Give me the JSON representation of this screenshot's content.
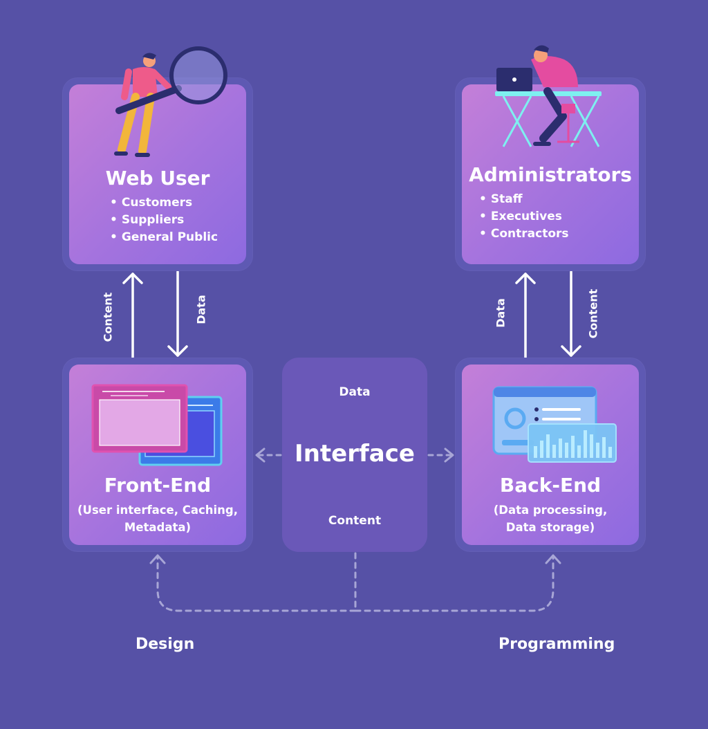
{
  "web_user": {
    "title": "Web User",
    "items": [
      "Customers",
      "Suppliers",
      "General Public"
    ]
  },
  "administrators": {
    "title": "Administrators",
    "items": [
      "Staff",
      "Executives",
      "Contractors"
    ]
  },
  "front_end": {
    "title": "Front-End",
    "desc_line1": "(User interface, Caching,",
    "desc_line2": "Metadata)"
  },
  "back_end": {
    "title": "Back-End",
    "desc_line1": "(Data processing,",
    "desc_line2": "Data storage)"
  },
  "interface": {
    "title": "Interface",
    "top_label": "Data",
    "bottom_label": "Content"
  },
  "arrows": {
    "webuser_up": "Content",
    "webuser_down": "Data",
    "admin_up": "Data",
    "admin_down": "Content"
  },
  "bottom": {
    "left": "Design",
    "right": "Programming"
  },
  "colors": {
    "background": "#5651a6",
    "card_gradient_start": "#c47fd8",
    "card_gradient_end": "#8d6ae0",
    "dashed_line": "#a8a6d6"
  }
}
